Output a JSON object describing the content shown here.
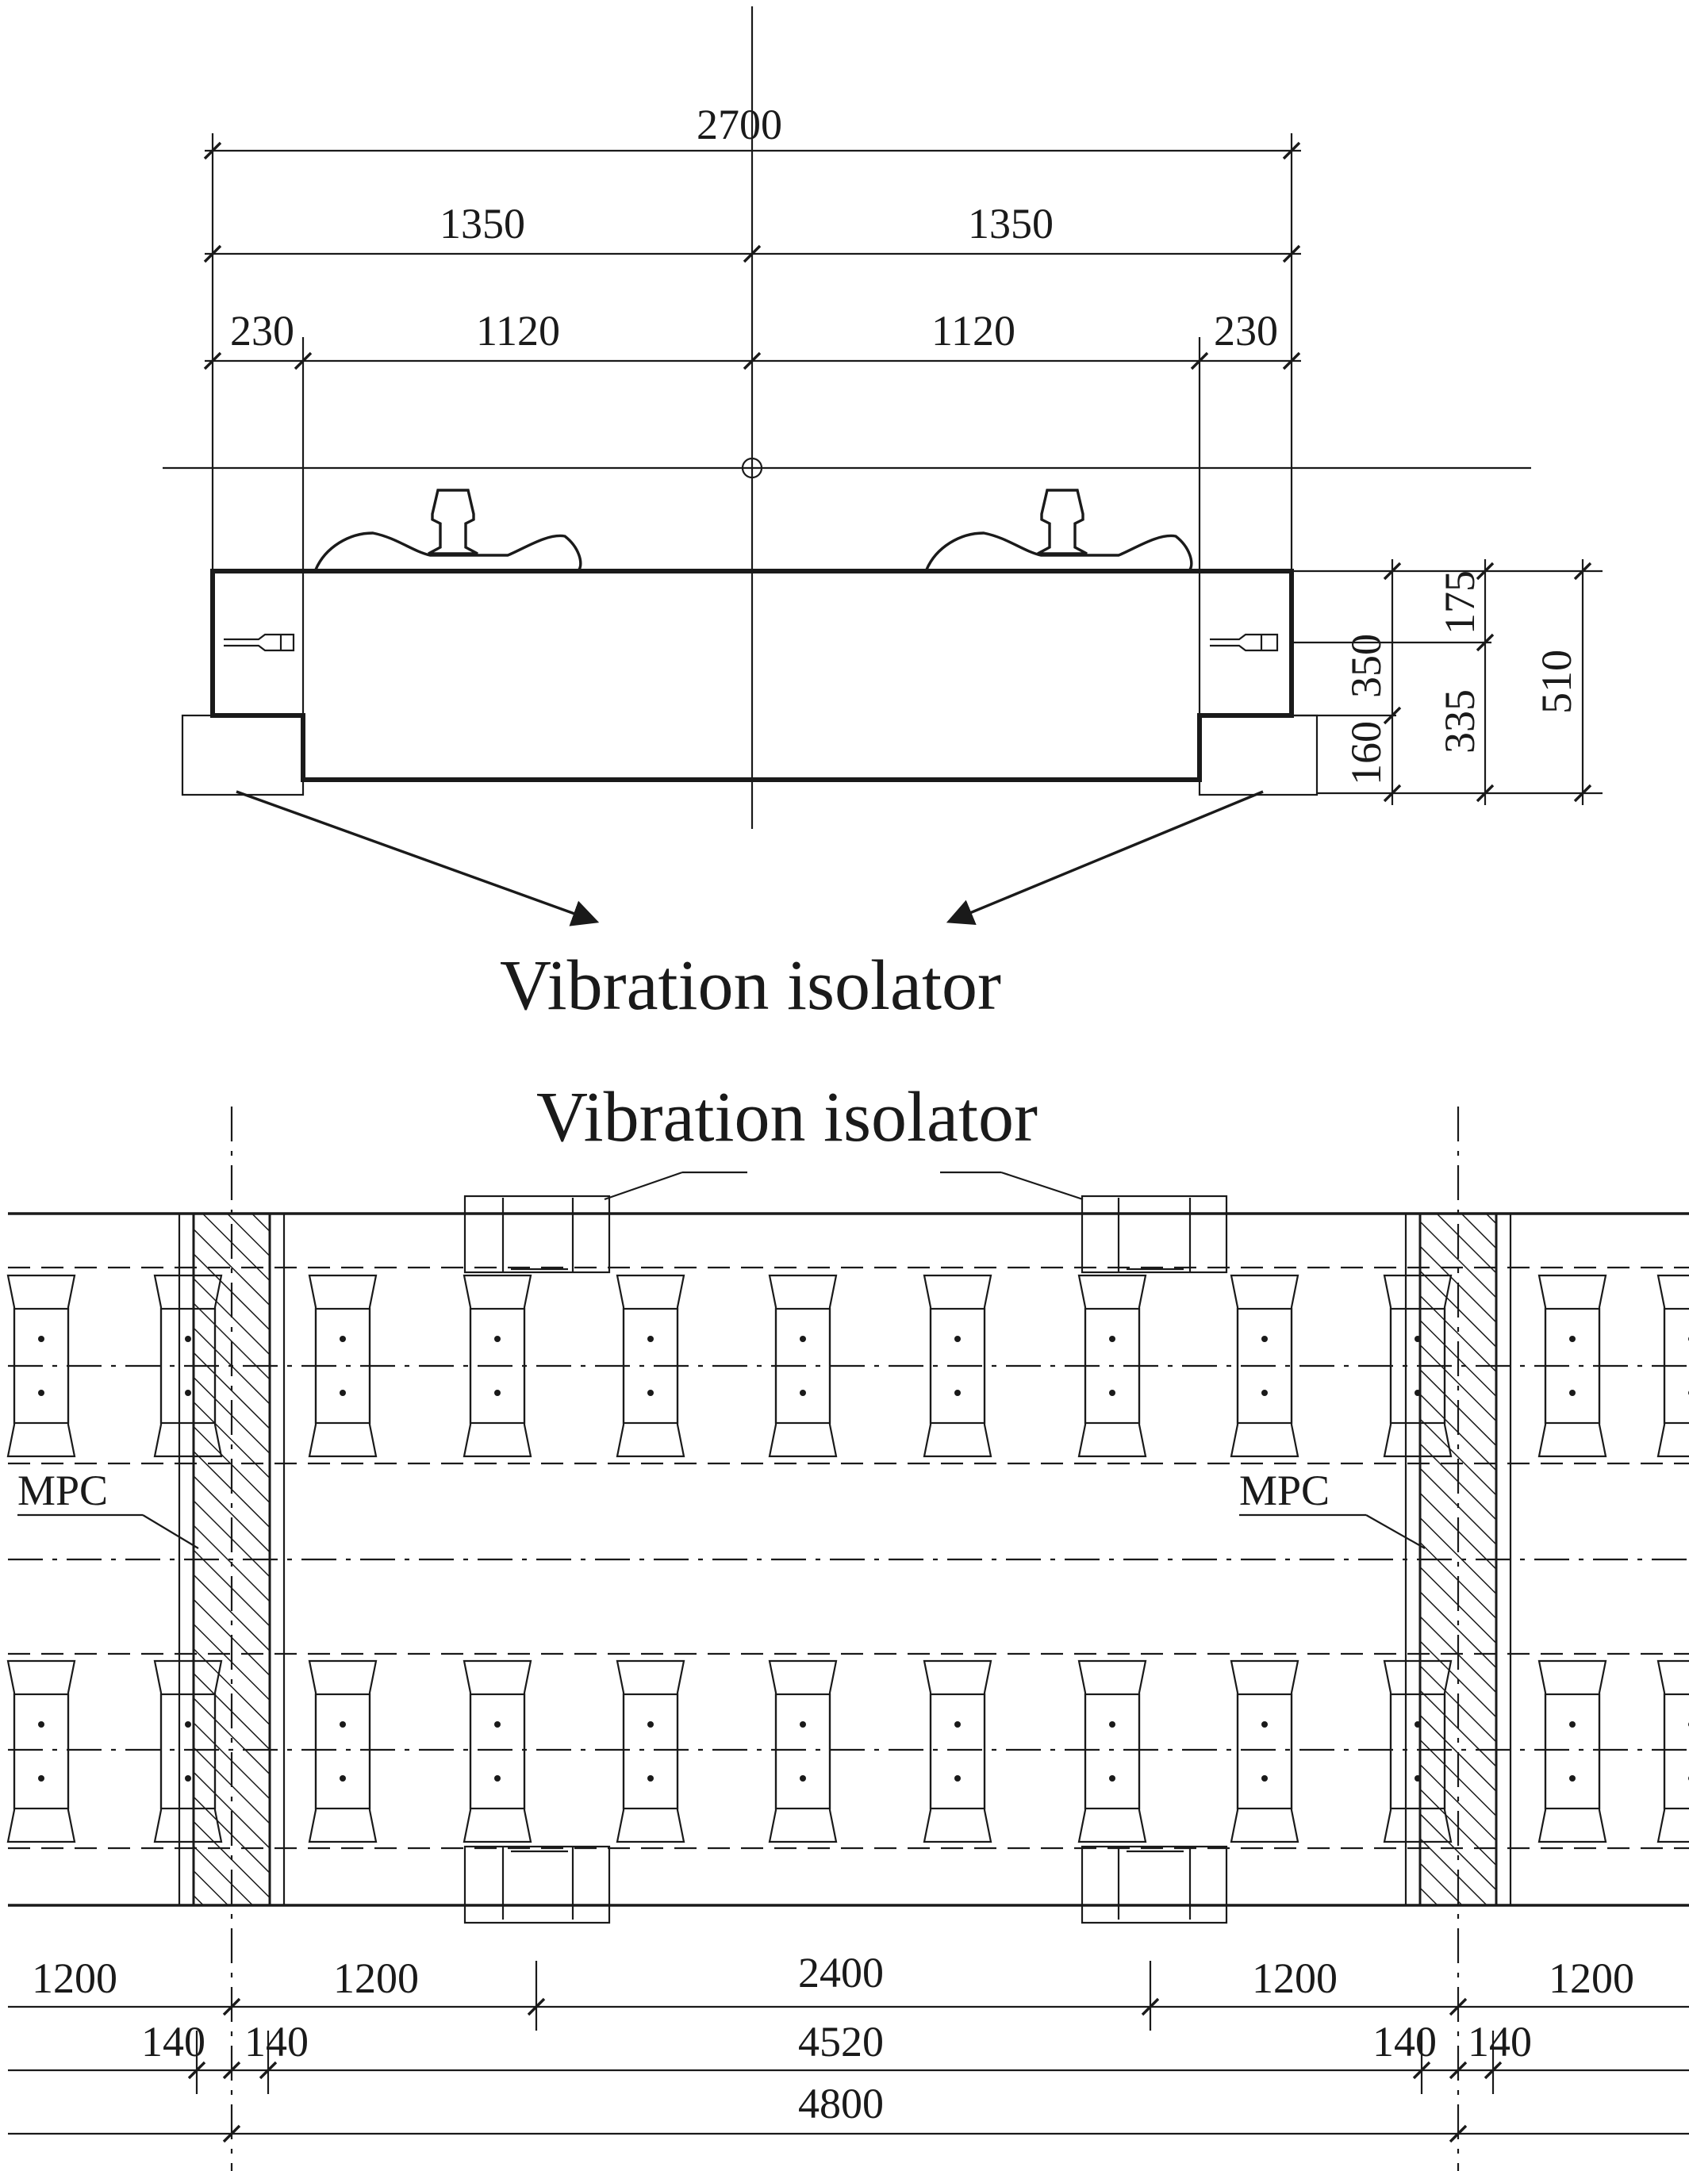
{
  "section": {
    "dims_top": {
      "total": "2700",
      "half_left": "1350",
      "half_right": "1350",
      "edge_left": "230",
      "inner_left": "1120",
      "inner_right": "1120",
      "edge_right": "230"
    },
    "dims_right": {
      "d160": "160",
      "d350": "350",
      "d175": "175",
      "d335": "335",
      "d510": "510"
    },
    "label": "Vibration isolator"
  },
  "plan": {
    "label": "Vibration isolator",
    "mpc_left": "MPC",
    "mpc_right": "MPC",
    "dims": {
      "row1": [
        "1200",
        "1200",
        "2400",
        "1200",
        "1200"
      ],
      "row2": [
        "140",
        "140",
        "4520",
        "140",
        "140"
      ],
      "row3": [
        "4800"
      ]
    }
  },
  "colors": {
    "line": "#1a1a1a",
    "background": "#ffffff"
  }
}
